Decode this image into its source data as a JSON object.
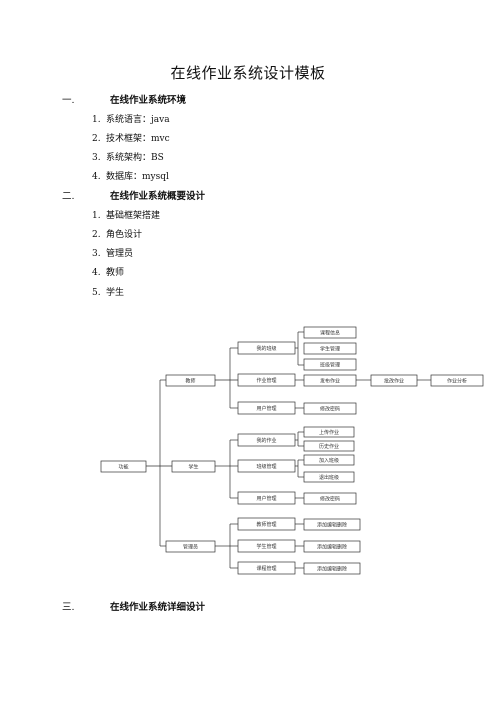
{
  "doc": {
    "title": "在线作业系统设计模板",
    "sections": [
      {
        "num": "一.",
        "heading": "在线作业系统环境",
        "items": [
          {
            "n": "1.",
            "text": "系统语言：java"
          },
          {
            "n": "2.",
            "text": "技术框架：mvc"
          },
          {
            "n": "3.",
            "text": "系统架构：BS"
          },
          {
            "n": "4.",
            "text": "数据库：mysql"
          }
        ]
      },
      {
        "num": "二.",
        "heading": "在线作业系统概要设计",
        "items": [
          {
            "n": "1.",
            "text": "基础框架搭建"
          },
          {
            "n": "2.",
            "text": "角色设计"
          },
          {
            "n": "3.",
            "text": "管理员"
          },
          {
            "n": "4.",
            "text": "教师"
          },
          {
            "n": "5.",
            "text": "学生"
          }
        ]
      },
      {
        "num": "三.",
        "heading": "在线作业系统详细设计",
        "items": []
      }
    ]
  },
  "diagram": {
    "root": "功能",
    "teacher": "教师",
    "student": "学生",
    "admin": "管理员",
    "t_my_class": "我的班级",
    "t_course_info": "课程信息",
    "t_student_mgmt": "学生管理",
    "t_class_mgmt": "班级管理",
    "t_homework_mgmt": "作业管理",
    "t_publish_hw": "发布作业",
    "t_grade_hw": "批改作业",
    "t_hw_analysis": "作业分析",
    "t_user_mgmt": "用户管理",
    "t_change_pwd": "修改密码",
    "s_my_hw": "我的作业",
    "s_upload_hw": "上传作业",
    "s_history_hw": "历史作业",
    "s_class_mgmt": "班级管理",
    "s_join_class": "加入班级",
    "s_exit_class": "退出班级",
    "s_user_mgmt": "用户管理",
    "s_change_pwd": "修改密码",
    "a_teacher_mgmt": "教师管理",
    "a_teacher_ops": "添加编辑删除",
    "a_student_mgmt": "学生管理",
    "a_student_ops": "添加编辑删除",
    "a_course_mgmt": "课程管理",
    "a_course_ops": "添加编辑删除"
  }
}
